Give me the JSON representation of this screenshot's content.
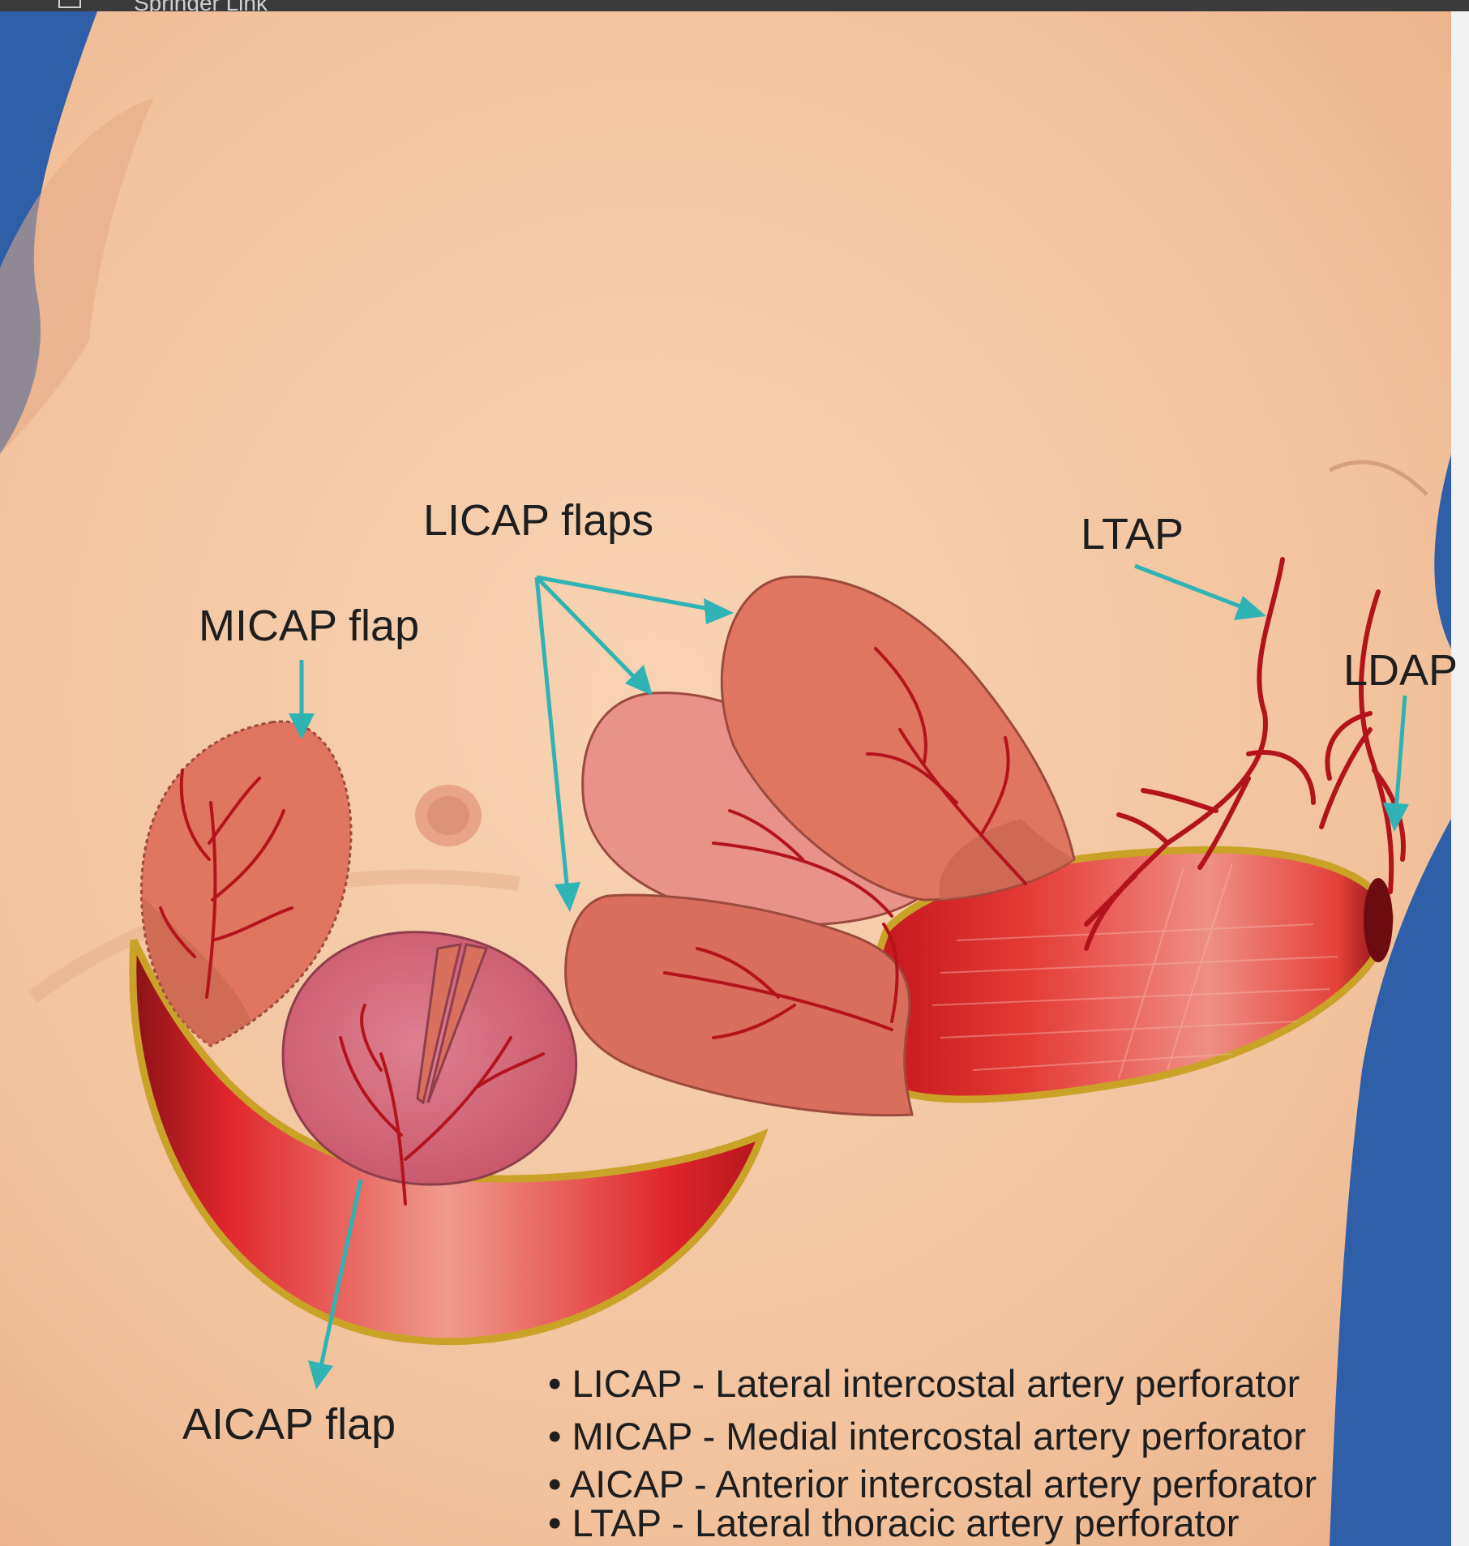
{
  "browser_tab": {
    "title": "Springer Link",
    "icon": "springer-logo-icon"
  },
  "labels": {
    "licap_flaps": "LICAP flaps",
    "micap_flap": "MICAP flap",
    "aicap_flap": "AICAP flap",
    "ltap": "LTAP",
    "ldap": "LDAP"
  },
  "legend": [
    "• LICAP - Lateral intercostal artery perforator",
    "• MICAP - Medial intercostal artery perforator",
    "• AICAP - Anterior intercostal artery perforator",
    "• LTAP - Lateral thoracic artery perforator"
  ],
  "colors": {
    "background_blue": "#2e5fa8",
    "skin": "#f5c9a5",
    "flap": "#e0765f",
    "flap_light": "#e8928a",
    "muscle_red": "#d9232a",
    "vessel": "#b3141c",
    "arrow_teal": "#2fb3b5",
    "outline_gold": "#c9a227"
  }
}
